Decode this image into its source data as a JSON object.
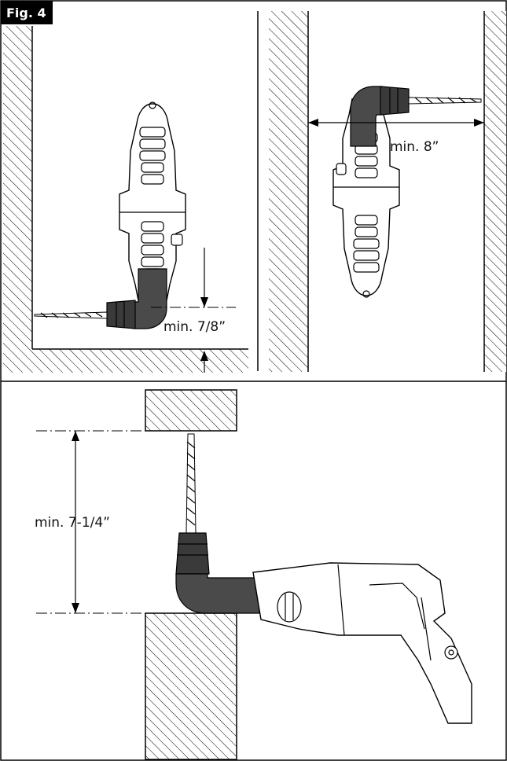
{
  "figure": {
    "label": "Fig. 4",
    "panels": [
      {
        "id": "top-left",
        "dimension": "min. 7/8”"
      },
      {
        "id": "top-right",
        "dimension": "min. 8”"
      },
      {
        "id": "bottom",
        "dimension": "min. 7-1/4”"
      }
    ]
  }
}
